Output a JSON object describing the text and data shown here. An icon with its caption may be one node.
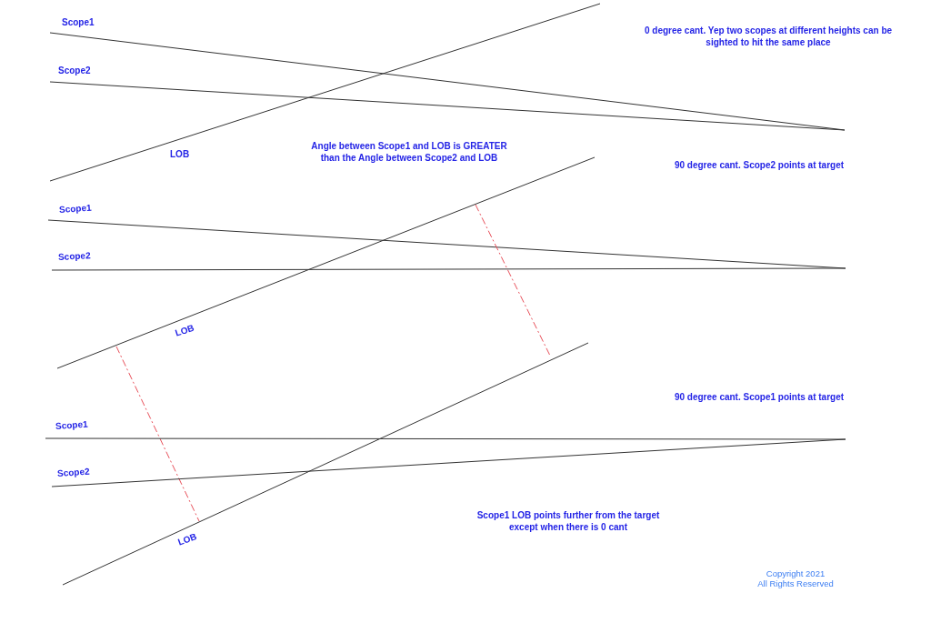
{
  "diagram": {
    "labels": [
      "Scope1",
      "0 degree cant. Yep two scopes at different heights can be sighted to hit the same place",
      "Scope2",
      "LOB",
      "Angle between Scope1 and LOB is GREATER than the Angle between Scope2 and LOB",
      "90 degree cant. Scope2 points at target",
      "Scope1",
      "Scope2",
      "LOB",
      "90 degree cant. Scope1 points at target",
      "Scope1",
      "Scope2",
      "Scope1 LOB points further from the target except when there is 0 cant",
      "LOB",
      "Copyright 2021",
      "All Rights Reserved"
    ]
  }
}
